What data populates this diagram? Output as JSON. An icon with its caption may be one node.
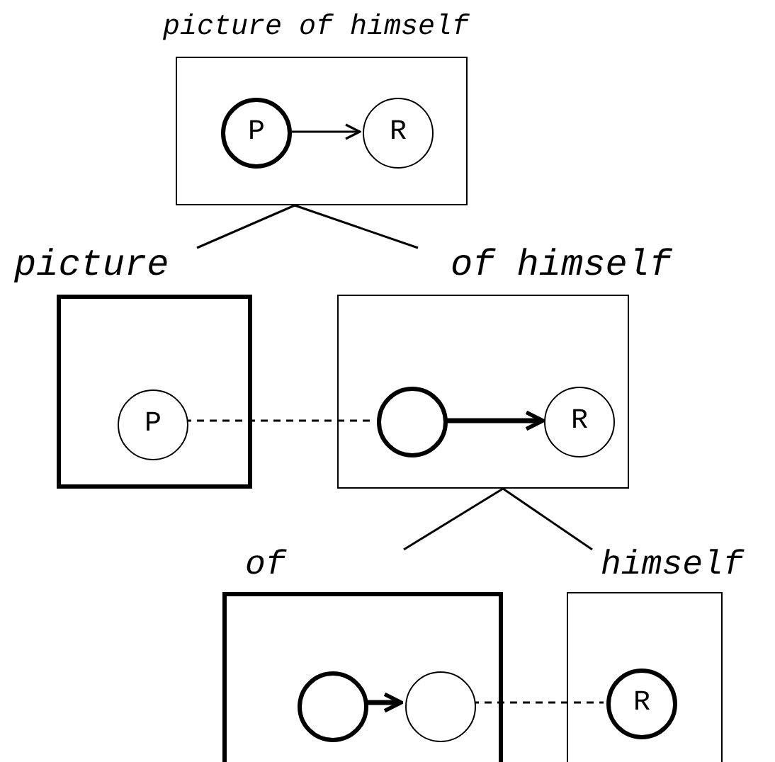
{
  "diagram": {
    "nodes": [
      {
        "text": [
          "picture of himself"
        ]
      },
      {
        "text": [
          "P"
        ],
        "in": 0
      },
      {
        "text": [
          "R"
        ],
        "in": 0
      },
      {
        "text": [
          "picture"
        ]
      },
      {
        "text": [
          "P"
        ],
        "in": 3
      },
      {
        "text": [
          "of himself"
        ]
      },
      {
        "text": [],
        "shape": "circle",
        "in": 5
      },
      {
        "text": [
          "R"
        ],
        "in": 5
      },
      {
        "text": [
          "of"
        ]
      },
      {
        "text": [],
        "shape": "circle",
        "in": 8
      },
      {
        "text": [],
        "shape": "circle",
        "in": 8
      },
      {
        "text": [
          "himself"
        ]
      },
      {
        "text": [
          "R"
        ],
        "in": 11
      }
    ],
    "edges": [
      {
        "from": 1,
        "to": 2,
        "arrow": "to"
      },
      {
        "from": 0,
        "to": 3,
        "arrow": "none"
      },
      {
        "from": 0,
        "to": 5,
        "arrow": "none"
      },
      {
        "from": 4,
        "to": 6,
        "arrow": "none",
        "style": "dashed"
      },
      {
        "from": 6,
        "to": 7,
        "arrow": "to",
        "style": "thick"
      },
      {
        "from": 5,
        "to": 8,
        "arrow": "none"
      },
      {
        "from": 5,
        "to": 11,
        "arrow": "none"
      },
      {
        "from": 9,
        "to": 10,
        "arrow": "to",
        "style": "thick"
      },
      {
        "from": 10,
        "to": 12,
        "arrow": "none",
        "style": "dashed"
      }
    ]
  }
}
